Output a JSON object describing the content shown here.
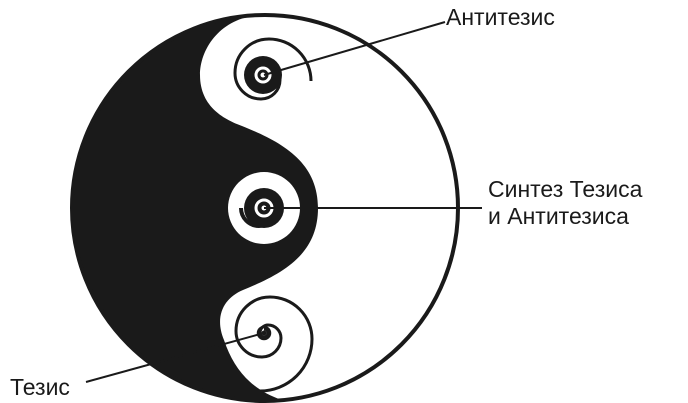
{
  "labels": {
    "antithesis": "Антитезис",
    "synthesis_line1": "Синтез Тезиса",
    "synthesis_line2": "и Антитезиса",
    "thesis": "Тезис"
  },
  "colors": {
    "ink": "#1a1a1a",
    "background": "#ffffff"
  }
}
